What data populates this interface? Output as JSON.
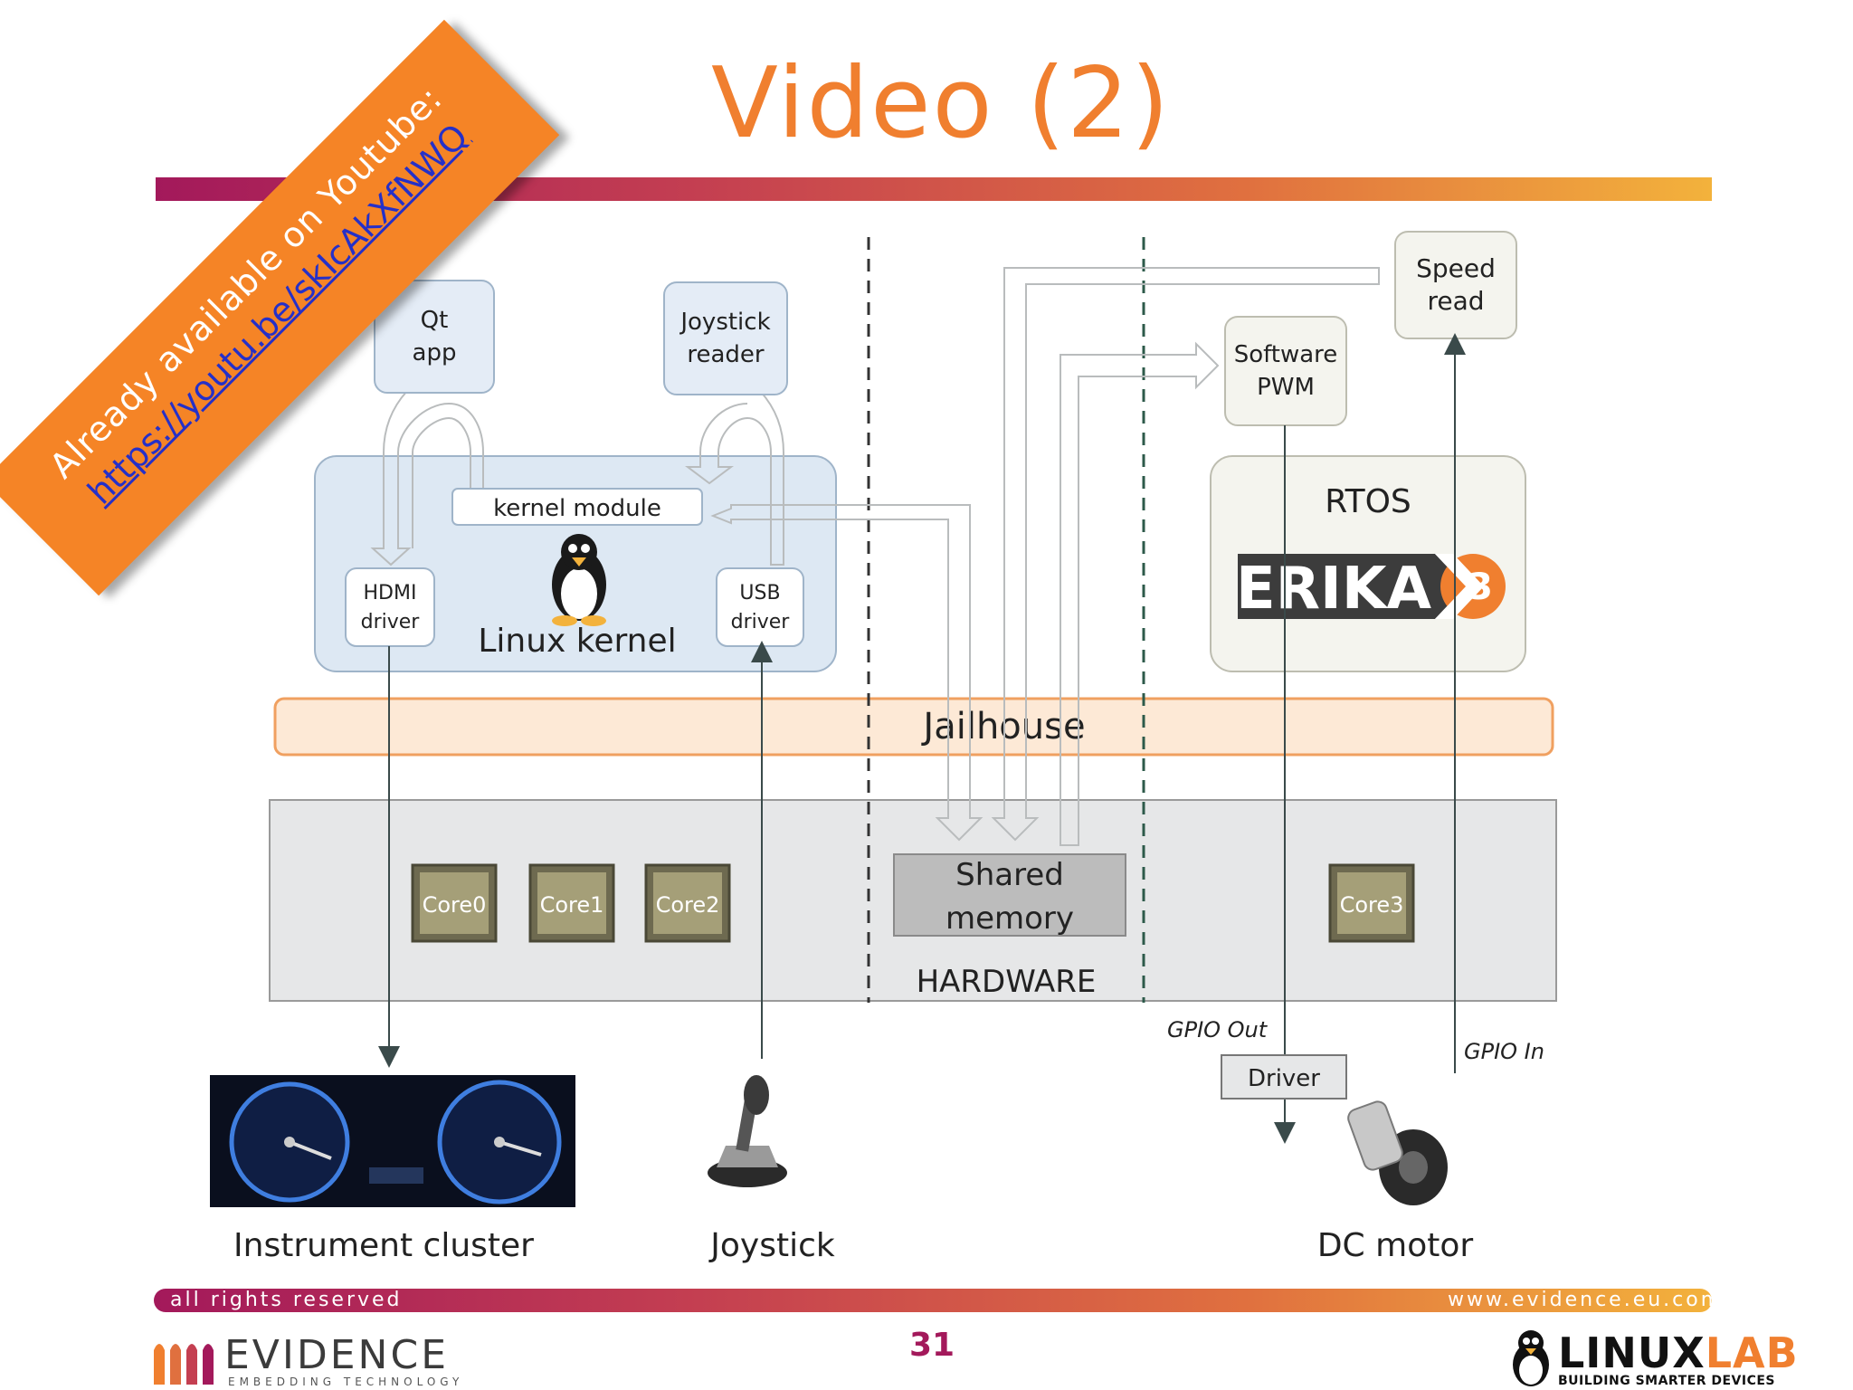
{
  "slide": {
    "title": "Video (2)",
    "page_number": "31",
    "footer_left": "all rights reserved",
    "footer_right": "www.evidence.eu.com"
  },
  "banner": {
    "line1": "Already available on Youtube:",
    "line2": "https://youtu.be/skIcAkXfNWQ"
  },
  "logos": {
    "evidence_name": "EVIDENCE",
    "evidence_tagline": "EMBEDDING TECHNOLOGY",
    "linuxlab_name_a": "LINUX",
    "linuxlab_name_b": "LAB",
    "linuxlab_tagline": "BUILDING SMARTER DEVICES"
  },
  "diagram": {
    "qt_app": [
      "Qt",
      "app"
    ],
    "joystick_reader": [
      "Joystick",
      "reader"
    ],
    "kernel_module": "kernel module",
    "hdmi_driver": [
      "HDMI",
      "driver"
    ],
    "usb_driver": [
      "USB",
      "driver"
    ],
    "linux_kernel": "Linux kernel",
    "jailhouse": "Jailhouse",
    "shared_memory": [
      "Shared",
      "memory"
    ],
    "hardware": "HARDWARE",
    "cores": [
      "Core0",
      "Core1",
      "Core2",
      "Core3"
    ],
    "software_pwm": [
      "Software",
      "PWM"
    ],
    "speed_read": [
      "Speed",
      "read"
    ],
    "rtos": "RTOS",
    "erika": "ERIKA",
    "erika_version": "3",
    "gpio_out": "GPIO Out",
    "gpio_in": "GPIO In",
    "driver": "Driver",
    "instrument_cluster": "Instrument cluster",
    "joystick": "Joystick",
    "dc_motor": "DC motor"
  },
  "colors": {
    "title": "#f07f2f",
    "banner": "#f58426",
    "accent_magenta": "#a3195b",
    "jailhouse_fill": "#fde9d6",
    "jailhouse_border": "#f0a060",
    "kernel_fill": "#dde8f3"
  }
}
